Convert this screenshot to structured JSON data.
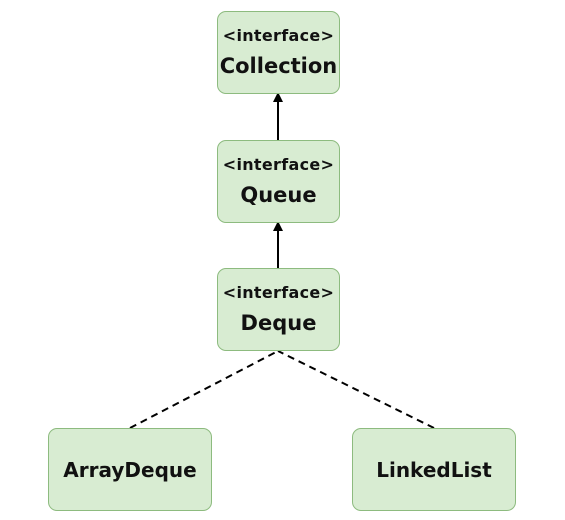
{
  "nodes": {
    "collection": {
      "stereotype": "<interface>",
      "name": "Collection"
    },
    "queue": {
      "stereotype": "<interface>",
      "name": "Queue"
    },
    "deque": {
      "stereotype": "<interface>",
      "name": "Deque"
    },
    "arraydeque": {
      "name": "ArrayDeque"
    },
    "linkedlist": {
      "name": "LinkedList"
    }
  },
  "edges": [
    {
      "from": "queue",
      "to": "collection",
      "kind": "extends",
      "style": "solid-arrow"
    },
    {
      "from": "deque",
      "to": "queue",
      "kind": "extends",
      "style": "solid-arrow"
    },
    {
      "from": "arraydeque",
      "to": "deque",
      "kind": "implements",
      "style": "dashed"
    },
    {
      "from": "linkedlist",
      "to": "deque",
      "kind": "implements",
      "style": "dashed"
    }
  ],
  "colors": {
    "node_fill": "#d8ecd2",
    "node_border": "#8dbb7f",
    "line": "#000000",
    "text": "#111111"
  }
}
